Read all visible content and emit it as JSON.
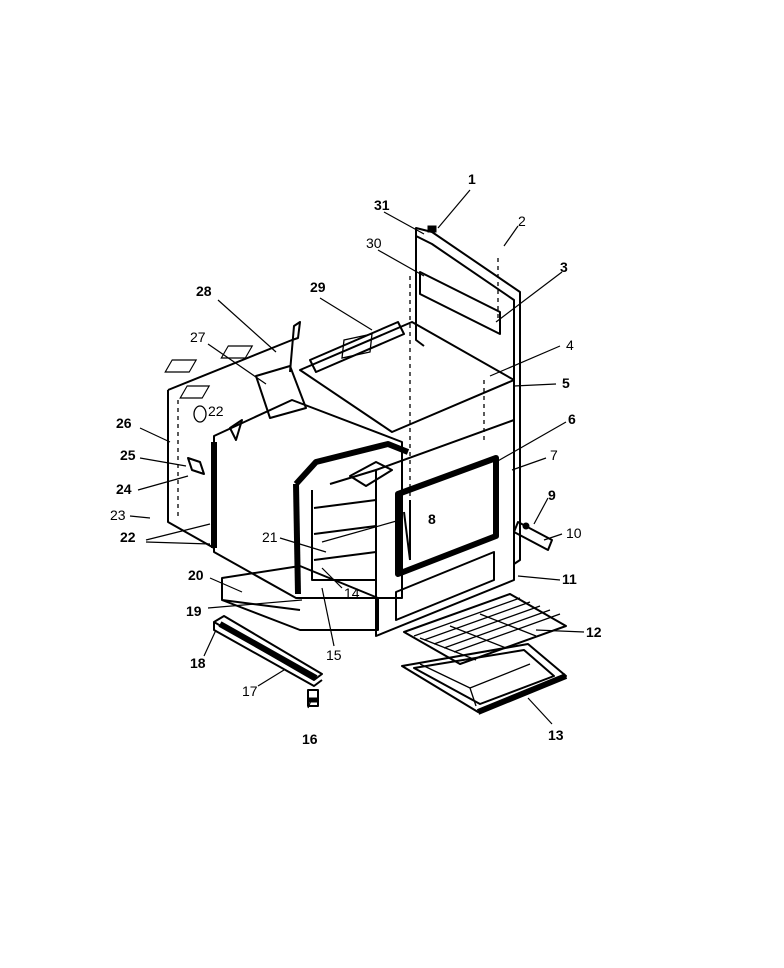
{
  "callouts": [
    {
      "number": "1"
    },
    {
      "number": "2"
    },
    {
      "number": "3"
    },
    {
      "number": "4"
    },
    {
      "number": "5"
    },
    {
      "number": "6"
    },
    {
      "number": "7"
    },
    {
      "number": "8"
    },
    {
      "number": "9"
    },
    {
      "number": "10"
    },
    {
      "number": "11"
    },
    {
      "number": "12"
    },
    {
      "number": "13"
    },
    {
      "number": "14"
    },
    {
      "number": "15"
    },
    {
      "number": "16"
    },
    {
      "number": "17"
    },
    {
      "number": "18"
    },
    {
      "number": "19"
    },
    {
      "number": "20"
    },
    {
      "number": "21"
    },
    {
      "number": "22"
    },
    {
      "number": "22"
    },
    {
      "number": "23"
    },
    {
      "number": "24"
    },
    {
      "number": "25"
    },
    {
      "number": "26"
    },
    {
      "number": "27"
    },
    {
      "number": "28"
    },
    {
      "number": "29"
    },
    {
      "number": "30"
    },
    {
      "number": "31"
    },
    {
      "number": "22"
    }
  ]
}
